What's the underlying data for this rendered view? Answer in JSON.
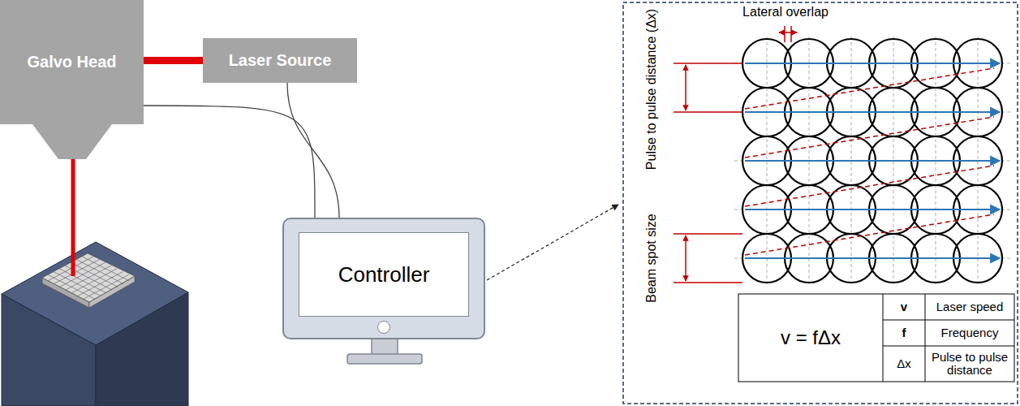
{
  "diagram": {
    "nodes": [
      {
        "text": [
          "Galvo Head"
        ]
      },
      {
        "text": [
          "Laser Source"
        ]
      },
      {
        "text": [
          "Controller"
        ]
      }
    ],
    "edges": [
      {
        "from": 0,
        "to": 1,
        "arrow": "none"
      },
      {
        "from": 0,
        "to": 2,
        "arrow": "none"
      },
      {
        "from": 1,
        "to": 2,
        "arrow": "none"
      }
    ],
    "labels": [
      "Lateral overlap",
      "Pulse to pulse distance (Δx)",
      "Beam spot size",
      "v = fΔx",
      "v",
      "Laser speed",
      "f",
      "Frequency",
      "Δx",
      "Pulse to pulse distance"
    ]
  }
}
